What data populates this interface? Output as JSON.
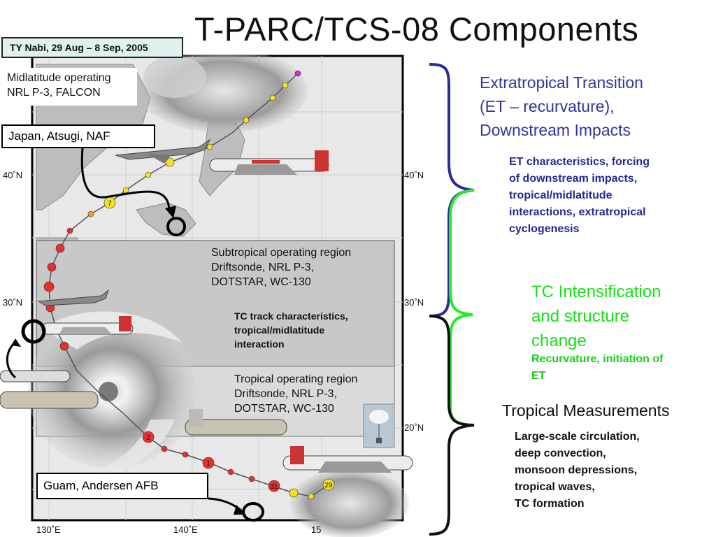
{
  "title": "T-PARC/TCS-08 Components",
  "typhoon_box": "TY Nabi, 29 Aug – 8 Sep, 2005",
  "midlat": {
    "line1": "Midlatitude operating",
    "line2": "NRL P-3, FALCON"
  },
  "japan_base": "Japan, Atsugi, NAF",
  "guam_base": "Guam, Andersen AFB",
  "subtropical": {
    "line1": "Subtropical operating region",
    "line2": "Driftsonde, NRL P-3,",
    "line3": "DOTSTAR, WC-130",
    "note1": "TC track characteristics,",
    "note2": "tropical/midlatitude",
    "note3": "interaction"
  },
  "tropical_region": {
    "line1": "Tropical operating region",
    "line2": "Driftsonde, NRL P-3,",
    "line3": "DOTSTAR, WC-130"
  },
  "lat_labels": [
    "40˚N",
    "30˚N",
    "20˚N"
  ],
  "lon_labels": [
    "130˚E",
    "140˚E",
    "15"
  ],
  "track_labels": [
    "7",
    "2",
    "1",
    "31",
    "29"
  ],
  "et": {
    "h1": "Extratropical Transition",
    "h2": "(ET – recurvature),",
    "h3": "Downstream Impacts",
    "d1": "ET characteristics, forcing",
    "d2": "of downstream impacts,",
    "d3": "tropical/midlatitude",
    "d4": "interactions, extratropical",
    "d5": "cyclogenesis"
  },
  "tc": {
    "h1": "TC Intensification",
    "h2": "and structure",
    "h3": "change",
    "d1": "Recurvature, initiation of",
    "d2": "ET"
  },
  "tm": {
    "head": "Tropical Measurements",
    "d1": "Large-scale circulation,",
    "d2": "deep convection,",
    "d3": "monsoon depressions,",
    "d4": "tropical waves,",
    "d5": "TC formation"
  },
  "colors": {
    "et": "#3333a0",
    "tc": "#16e016",
    "bracket_blue": "#2a2a9a",
    "bracket_green": "#22ee22",
    "track_red": "#e53030",
    "track_yellow": "#f5e020"
  },
  "icons": [
    "aircraft-icon",
    "balloon-icon",
    "typhoon-icon"
  ]
}
